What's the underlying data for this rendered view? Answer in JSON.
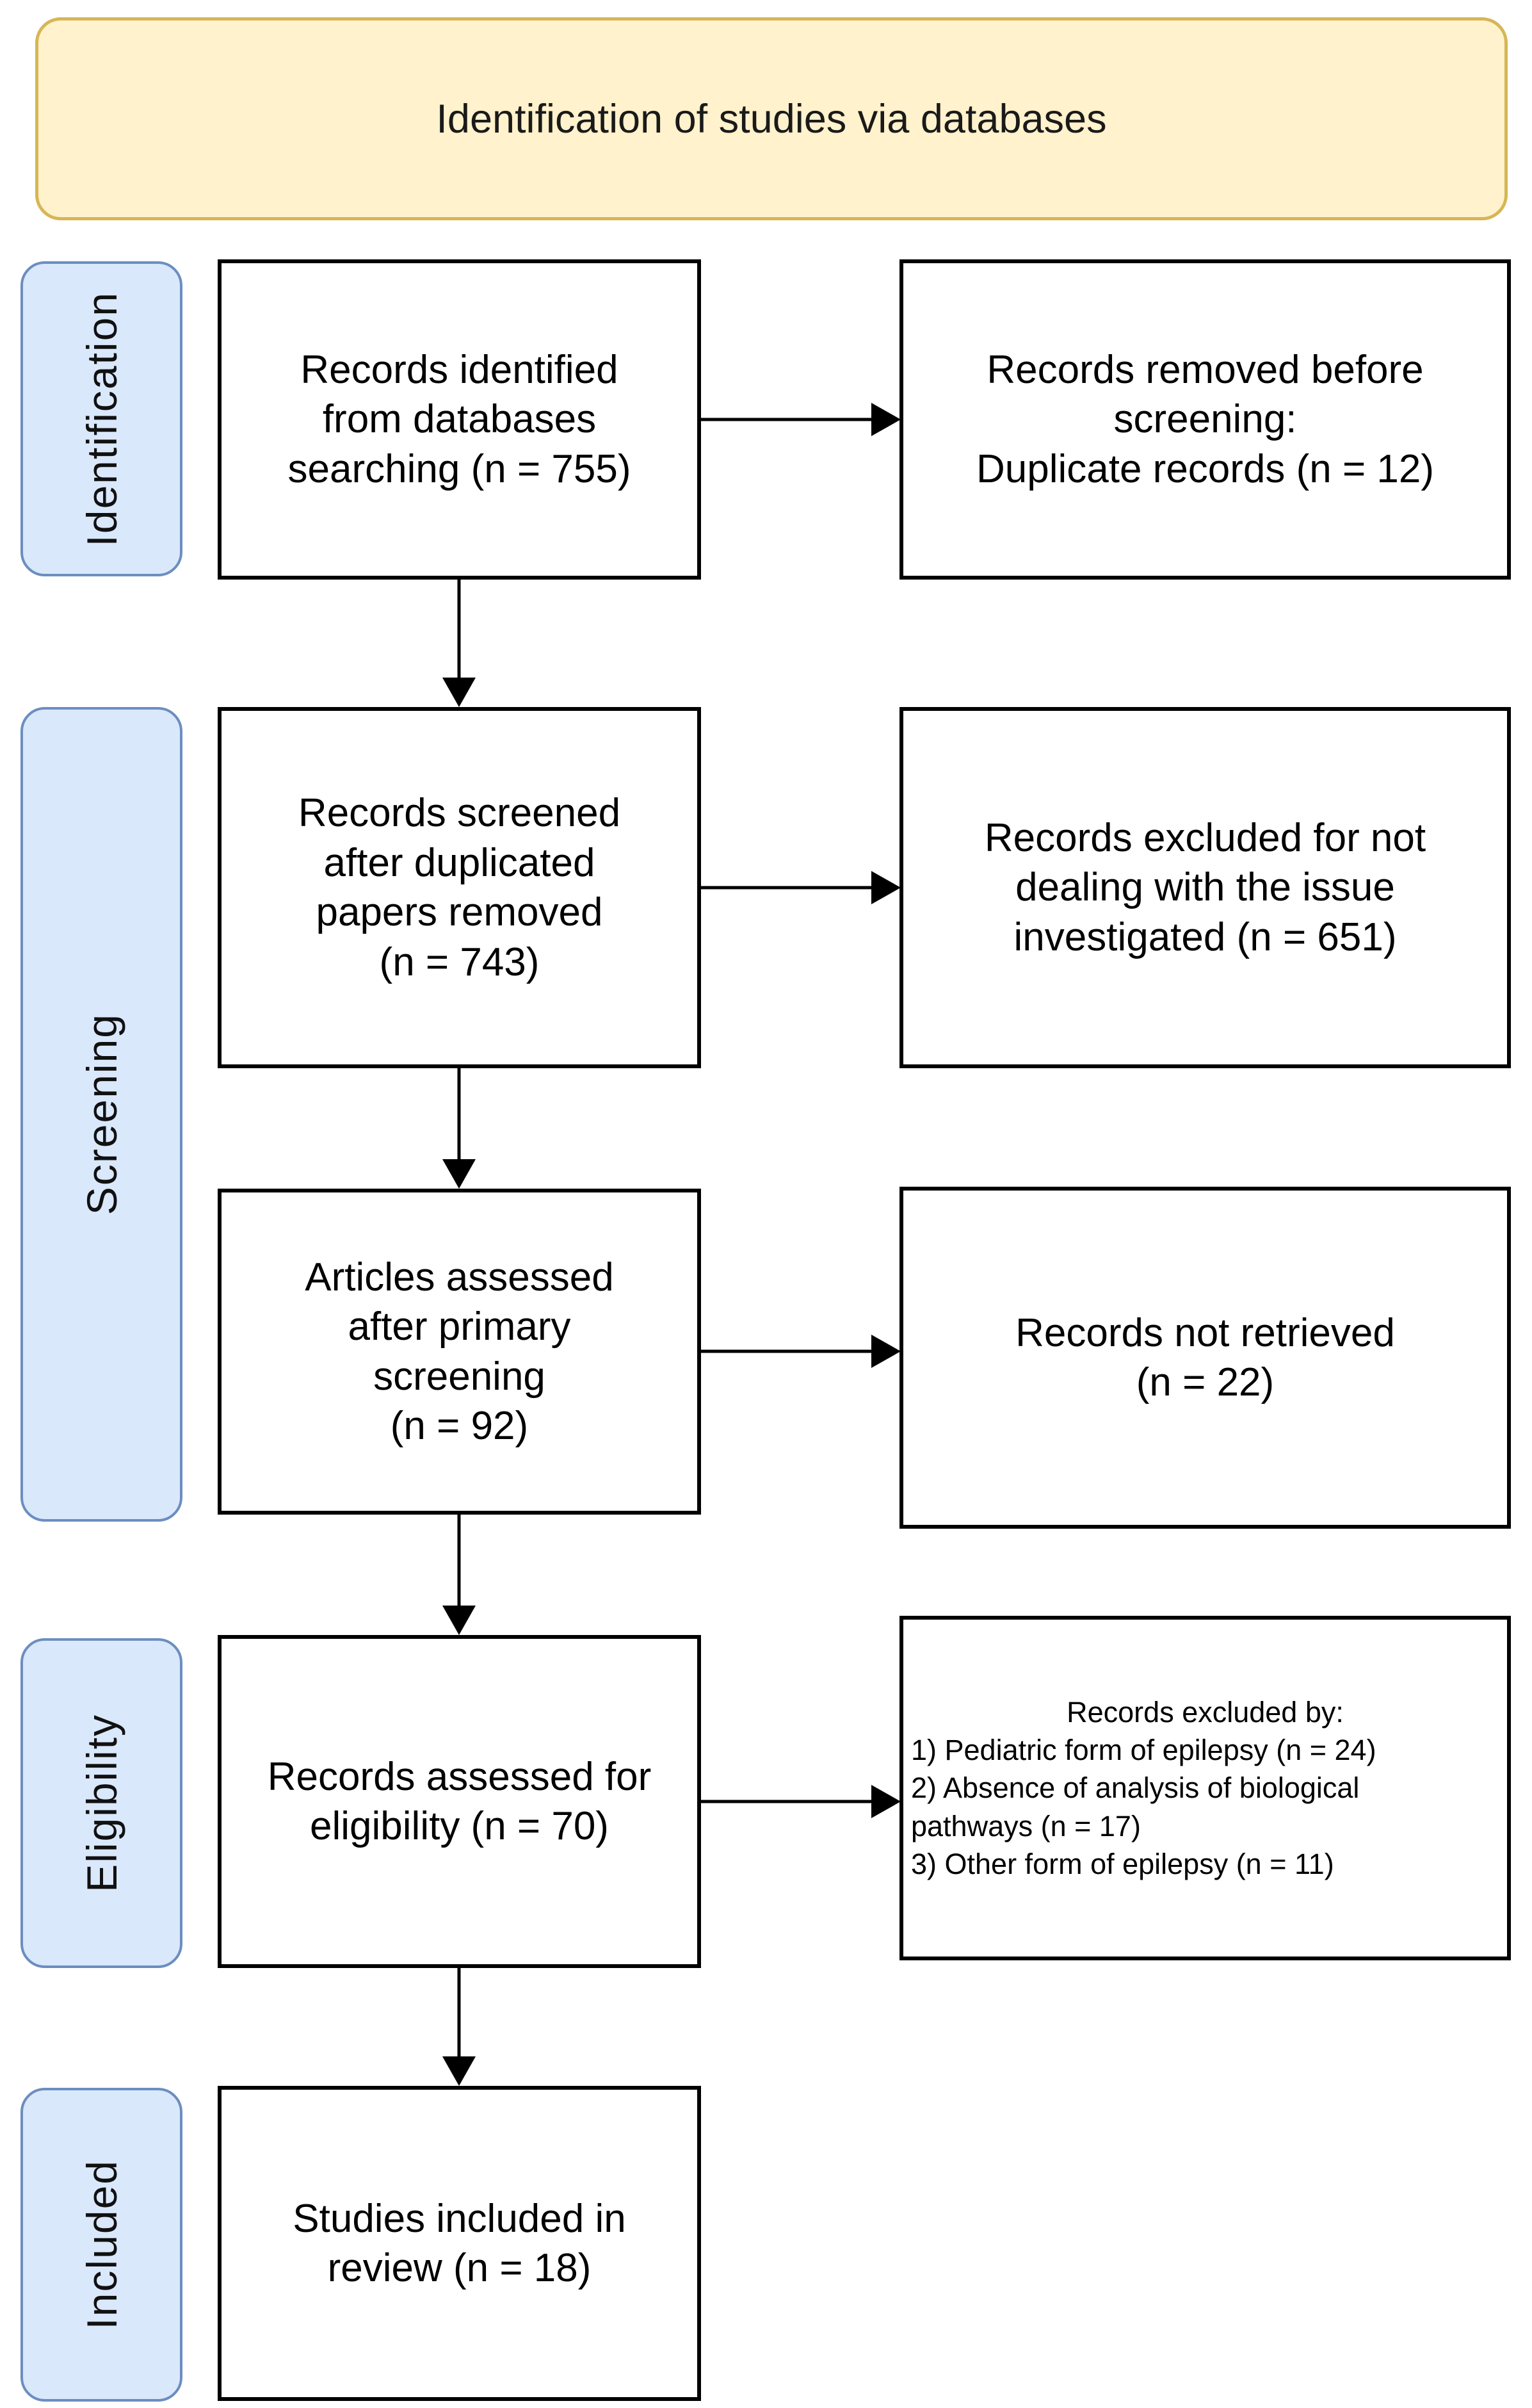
{
  "banner": {
    "title": "Identification of studies via databases"
  },
  "stages": [
    {
      "label": "Identification"
    },
    {
      "label": "Screening"
    },
    {
      "label": "Eligibility"
    },
    {
      "label": "Included"
    }
  ],
  "boxes": {
    "records_identified": {
      "text": "Records identified\nfrom databases\nsearching (n = 755)"
    },
    "records_removed": {
      "text": "Records removed before\nscreening:\nDuplicate records (n = 12)"
    },
    "records_screened": {
      "text": "Records screened\nafter duplicated\npapers removed\n(n = 743)"
    },
    "records_excluded_issue": {
      "text": "Records excluded for not\ndealing with the issue\ninvestigated (n = 651)"
    },
    "articles_assessed": {
      "text": "Articles assessed\nafter primary\nscreening\n(n = 92)"
    },
    "records_not_retrieved": {
      "text": "Records not retrieved\n(n = 22)"
    },
    "records_assessed_eligibility": {
      "text": "Records assessed for\neligibility (n = 70)"
    },
    "records_excluded_by": {
      "title": "Records excluded by:",
      "items": "1) Pediatric form of epilepsy (n = 24)\n2) Absence of analysis of biological\npathways (n = 17)\n3) Other form of epilepsy (n = 11)"
    },
    "studies_included": {
      "text": "Studies included in\nreview (n = 18)"
    }
  },
  "colors": {
    "banner_fill": "#fff2cc",
    "banner_border": "#d6b656",
    "label_fill": "#dae8fc",
    "label_border": "#6c8ebf",
    "box_border": "#000000",
    "arrow": "#000000"
  }
}
